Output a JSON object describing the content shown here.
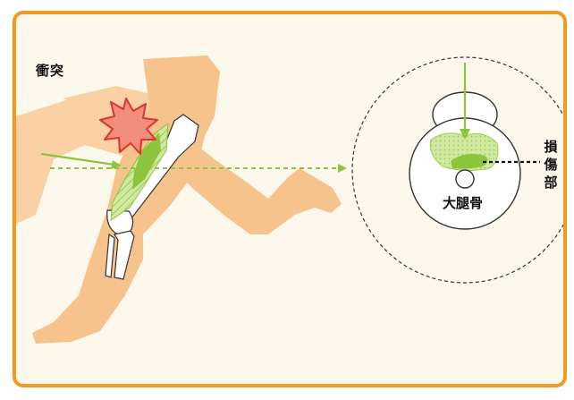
{
  "labels": {
    "impact": "衝突",
    "femur": "大腿骨",
    "injury_site_chars": [
      "損",
      "傷",
      "部"
    ]
  },
  "colors": {
    "frame_border": "#f39a1e",
    "background": "#fdf8ec",
    "skin": "#f7c38d",
    "skin_back": "#f9d1a5",
    "muscle_green": "#9ccd4a",
    "muscle_light": "#cfe8a2",
    "arrow_green": "#8cc43c",
    "impact_burst": "#f08e7a",
    "impact_outline": "#e0303a",
    "bone": "#ffffff",
    "outline": "#333333"
  },
  "icons": {
    "impact": "starburst-icon",
    "direction": "arrow-icon"
  }
}
